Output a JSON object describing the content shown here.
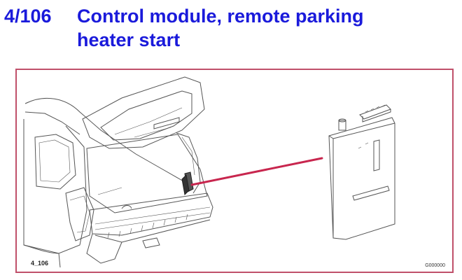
{
  "heading": {
    "code": "4/106",
    "title_line1": "Control module, remote parking",
    "title_line2": "heater start"
  },
  "figure": {
    "ref_label": "4_106",
    "image_code": "G000000"
  },
  "colors": {
    "heading": "#1a1adb",
    "frame_border": "#c0506a",
    "pointer_line": "#c8264e",
    "line_art": "#555555"
  },
  "icons": {
    "vehicle": "car-rear-hatch-open-illustration",
    "module": "control-module-illustration"
  }
}
